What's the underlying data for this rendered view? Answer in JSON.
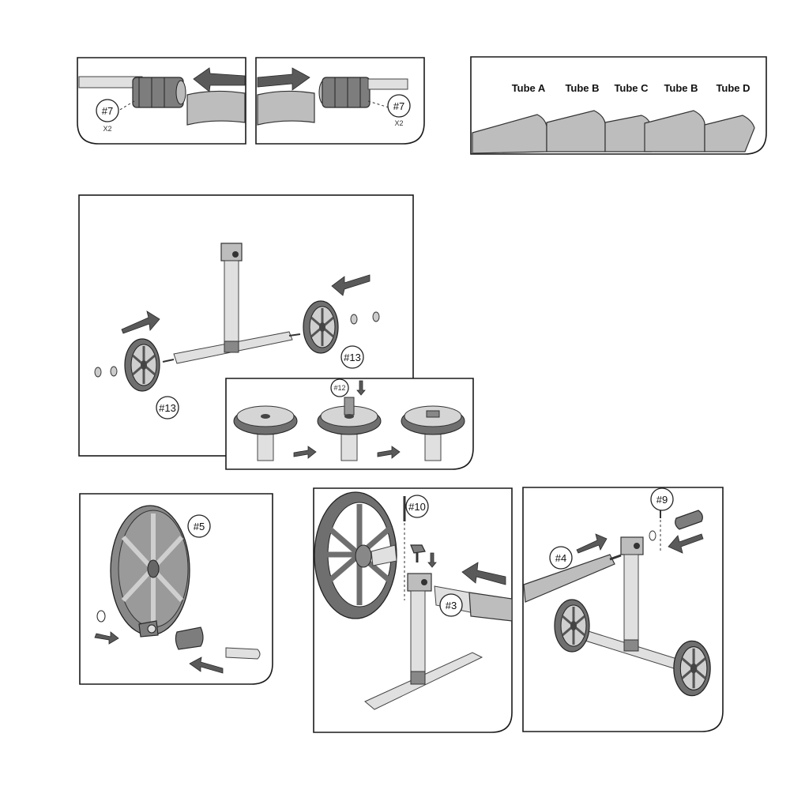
{
  "panel1": {
    "label": "#7",
    "qty": "X2"
  },
  "panel2": {
    "label": "#7",
    "qty": "X2"
  },
  "tubes": {
    "labels": [
      "Tube A",
      "Tube B",
      "Tube C",
      "Tube B",
      "Tube D"
    ]
  },
  "wheel_assembly": {
    "left_label": "#13",
    "right_label": "#13"
  },
  "wheel_detail": {
    "label": "#12"
  },
  "hub_panel": {
    "label": "#5"
  },
  "stand_panel": {
    "bolt_label": "#10",
    "tube_label": "#3"
  },
  "final_panel": {
    "screw_label": "#9",
    "tube_label": "#4"
  }
}
